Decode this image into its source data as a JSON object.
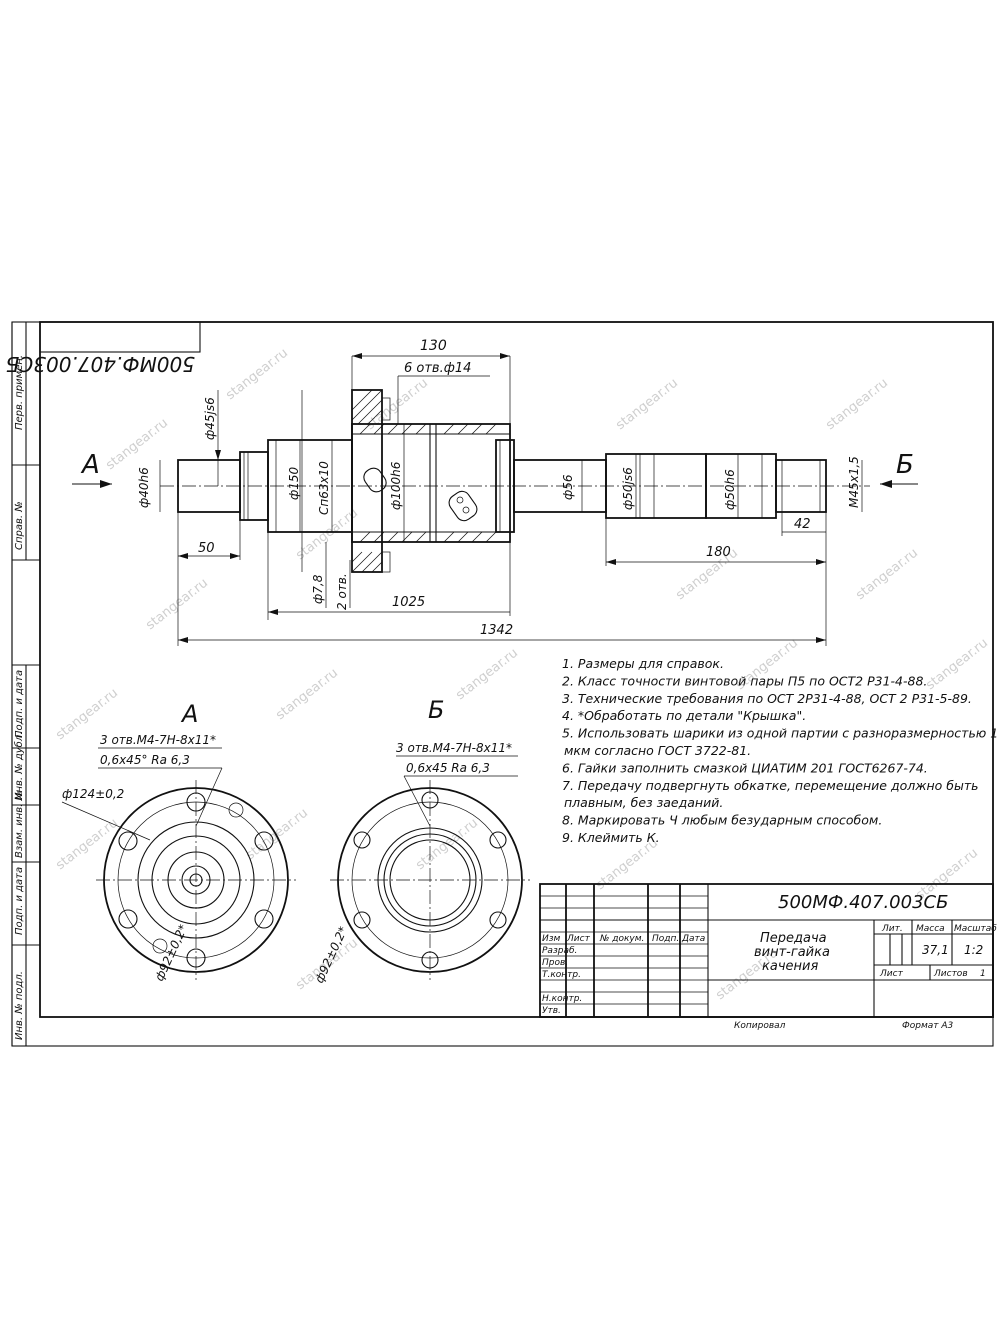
{
  "drawing_code": "500МФ.407.003СБ",
  "drawing_code_mirrored": "500МФ.407.003СБ",
  "watermark": "stangear.ru",
  "view_markers": {
    "a": "А",
    "b": "Б"
  },
  "dimensions": {
    "d130": "130",
    "holes6": "6 отв.ф14",
    "d45js6": "ф45js6",
    "d40h6": "ф40h6",
    "d150": "ф150",
    "sp63x10": "Сп63х10",
    "d100h6": "ф100h6",
    "d56": "ф56",
    "d50js6": "ф50js6",
    "d50h6": "ф50h6",
    "m45": "М45х1,5",
    "l42": "42",
    "l50": "50",
    "l180": "180",
    "d78": "ф7,8",
    "holes2": "2 отв.",
    "l1025": "1025",
    "l1342": "1342"
  },
  "view_a": {
    "title": "А",
    "callout_top": "3 отв.М4-7Н-8х11*",
    "callout_bottom": "0,6х45°  Ra 6,3",
    "d124": "ф124±0,2",
    "d92": "ф92±0,2*"
  },
  "view_b": {
    "title": "Б",
    "callout_top": "3 отв.М4-7Н-8х11*",
    "callout_bottom": "0,6х45  Ra 6,3",
    "d92": "ф92±0,2*"
  },
  "notes": [
    "1. Размеры для справок.",
    "2. Класс точности винтовой пары П5 по ОСТ2 Р31-4-88.",
    "3. Технические требования по ОСТ 2Р31-4-88, ОСТ 2 Р31-5-89.",
    "4. *Обработать по детали \"Крышка\".",
    "5. Использовать шарики из одной партии с разноразмерностью 1",
    "мкм согласно ГОСТ 3722-81.",
    "6. Гайки заполнить смазкой ЦИАТИМ 201 ГОСТ6267-74.",
    "7. Передачу подвергнуть обкатке, перемещение должно быть",
    "плавным, без заеданий.",
    "8. Маркировать Ч любым безударным способом.",
    "9. Клеймить К."
  ],
  "title_block": {
    "code": "500МФ.407.003СБ",
    "name_lines": [
      "Передача",
      "винт-гайка",
      "качения"
    ],
    "lit": "Лит.",
    "mass_label": "Масса",
    "scale_label": "Масштаб",
    "mass": "37,1",
    "scale": "1:2",
    "sheet_label": "Лист",
    "sheets_label": "Листов",
    "sheets": "1",
    "header": [
      "Изм",
      "Лист",
      "№ докум.",
      "Подп.",
      "Дата"
    ],
    "rows": [
      "Разраб.",
      "Пров.",
      "Т.контр.",
      "",
      "Н.контр.",
      "Утв."
    ],
    "copied": "Копировал",
    "format": "Формат    А3"
  },
  "side_strip": {
    "perv_primen": "Перв. примен.",
    "sprav": "Справ. №",
    "podp_data_1": "Подп. и дата",
    "inv_dubl": "Инв. № дубл.",
    "vzam_inv": "Взам. инв. №",
    "podp_data_2": "Подп. и дата",
    "inv_podl": "Инв. № подл."
  }
}
